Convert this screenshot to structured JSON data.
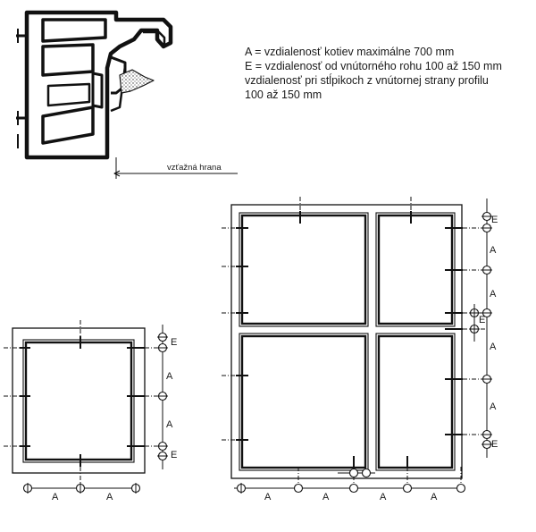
{
  "legend": {
    "line1": "A = vzdialenosť kotiev maximálne 700 mm",
    "line2": "E = vzdialenosť od vnútorného rohu 100 až 150 mm",
    "line3": "vzdialenosť pri stĺpikoch z vnútornej strany profilu",
    "line4": "100 až 150 mm"
  },
  "profile": {
    "reference_label": "vzťažná hrana"
  },
  "labels": {
    "a": "A",
    "e": "E"
  }
}
